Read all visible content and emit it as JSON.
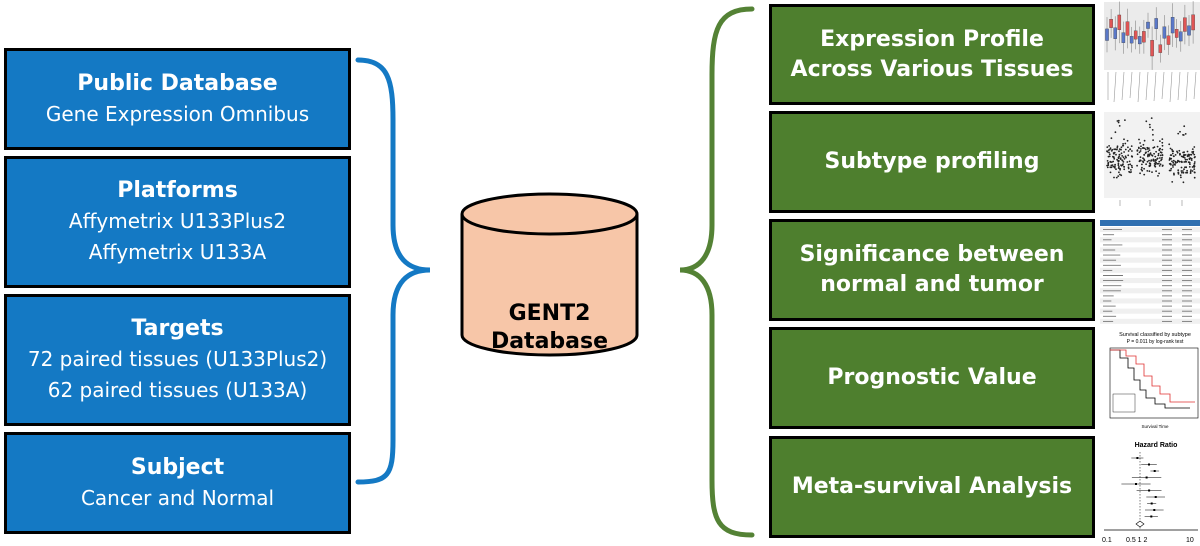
{
  "left_boxes": [
    {
      "title": "Public Database",
      "lines": [
        "Gene Expression Omnibus"
      ]
    },
    {
      "title": "Platforms",
      "lines": [
        "Affymetrix U133Plus2",
        "Affymetrix U133A"
      ]
    },
    {
      "title": "Targets",
      "lines": [
        "72 paired tissues (U133Plus2)",
        "62 paired tissues (U133A)"
      ]
    },
    {
      "title": "Subject",
      "lines": [
        "Cancer and Normal"
      ]
    }
  ],
  "center": {
    "line1": "GENT2",
    "line2": "Database"
  },
  "right_boxes": [
    {
      "lines": [
        "Expression Profile",
        "Across Various Tissues"
      ]
    },
    {
      "lines": [
        "Subtype profiling"
      ]
    },
    {
      "lines": [
        "Significance between",
        "normal and tumor"
      ]
    },
    {
      "lines": [
        "Prognostic Value"
      ]
    },
    {
      "lines": [
        "Meta-survival Analysis"
      ]
    }
  ],
  "thumbnails": {
    "survival_title": "Survival classified by subtype",
    "survival_subtitle": "P = 0.011 by log-rank test",
    "survival_xlabel": "Survival Time",
    "hazard_title": "Hazard Ratio",
    "hazard_ticks": [
      "0.1",
      "0.5 1 2",
      "10"
    ]
  },
  "colors": {
    "blue_box": "#1479c4",
    "green_box": "#4e7f2e",
    "cylinder": "#f7c6a8",
    "left_brace": "#1479c4",
    "right_brace": "#548235"
  }
}
